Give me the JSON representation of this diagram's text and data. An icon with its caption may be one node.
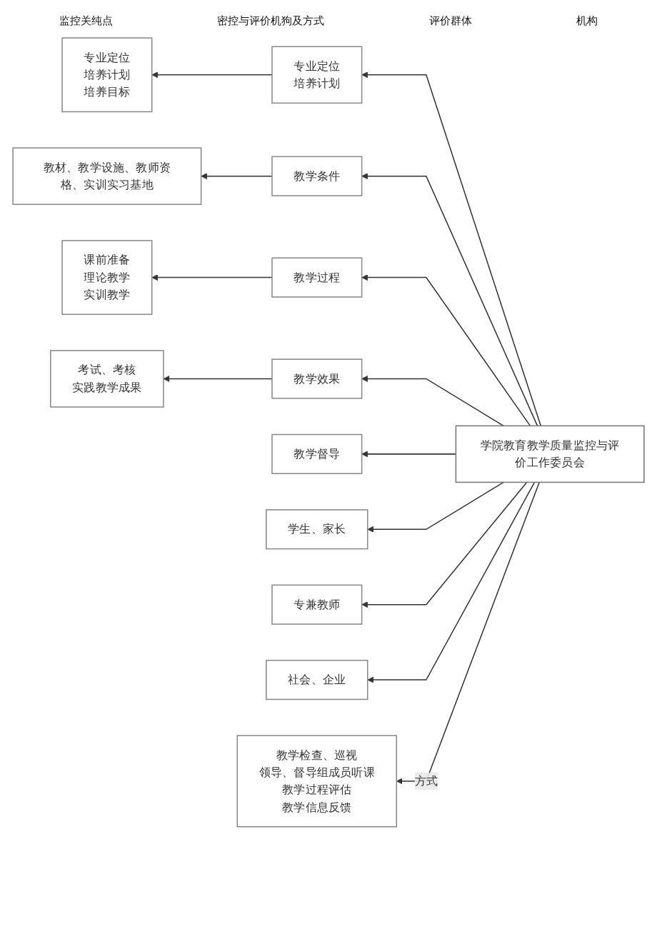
{
  "diagram": {
    "nodes": [
      {
        "text": [
          "学院教育教学质量监控与评价工作委员会"
        ]
      },
      {
        "text": [
          "专业定位",
          "培养计划"
        ]
      },
      {
        "text": [
          "专业定位",
          "培养计划",
          "培养目标"
        ]
      },
      {
        "text": [
          "教学条件"
        ]
      },
      {
        "text": [
          "教材、教学设施、教师资格、实训实习基地"
        ]
      },
      {
        "text": [
          "教学过程"
        ]
      },
      {
        "text": [
          "课前准备",
          "理论教学",
          "实训教学"
        ]
      },
      {
        "text": [
          "教学效果"
        ]
      },
      {
        "text": [
          "考试、考核",
          "实践教学成果"
        ]
      },
      {
        "text": [
          "教学督导"
        ]
      },
      {
        "text": [
          "学生、家长"
        ]
      },
      {
        "text": [
          "专兼教师"
        ]
      },
      {
        "text": [
          "社会、企业"
        ]
      },
      {
        "text": [
          "教学检查、巡视",
          "领导、督导组成员听课",
          "教学过程评估",
          "教学信息反馈"
        ]
      }
    ],
    "edges": [
      {
        "from": 0,
        "to": 1,
        "arrow": "to"
      },
      {
        "from": 0,
        "to": 3,
        "arrow": "to"
      },
      {
        "from": 0,
        "to": 5,
        "arrow": "to"
      },
      {
        "from": 0,
        "to": 7,
        "arrow": "to"
      },
      {
        "from": 1,
        "to": 2,
        "arrow": "to"
      },
      {
        "from": 3,
        "to": 4,
        "arrow": "to"
      },
      {
        "from": 5,
        "to": 6,
        "arrow": "to"
      },
      {
        "from": 7,
        "to": 8,
        "arrow": "to"
      },
      {
        "from": 0,
        "to": 9,
        "arrow": "to"
      },
      {
        "from": 0,
        "to": 10,
        "arrow": "to"
      },
      {
        "from": 0,
        "to": 11,
        "arrow": "to"
      },
      {
        "from": 0,
        "to": 12,
        "arrow": "to"
      },
      {
        "from": 0,
        "to": 13,
        "arrow": "to",
        "label": "方式"
      }
    ],
    "labels": [
      "监控关纯点",
      "密控与评价机狗及方式",
      "评价群体",
      "机构"
    ]
  }
}
